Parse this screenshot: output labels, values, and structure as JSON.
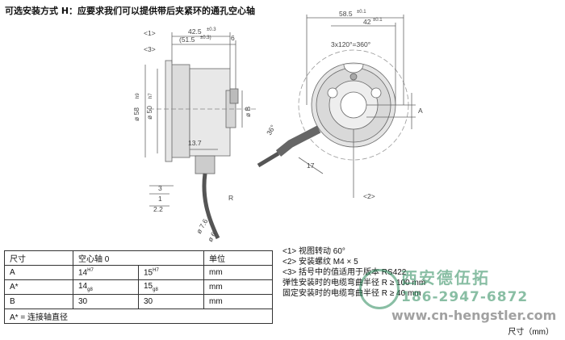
{
  "title": "可选安装方式 H：应要求我们可以提供带后夹紧环的通孔空心轴",
  "drawing": {
    "dims": {
      "d1": "<1>",
      "d3": "<3>",
      "d2": "<2>",
      "len42": "42.5",
      "len42tol": "±0.3",
      "len51": "(51.5",
      "len51tol": "±0.3)",
      "w6": "6",
      "d58": "ø 58",
      "d58tol": "h9",
      "d50": "ø 50",
      "d50tol": "h7",
      "dB": "ø B",
      "d13": "13.7",
      "d3a": "3",
      "d1a": "1",
      "d22": "2.2",
      "d76": "ø 7.6",
      "d6": "ø 6",
      "R": "R",
      "top585": "58.5",
      "top585tol": "±0.1",
      "top42": "42",
      "top42tol": "±0.1",
      "ang": "3x120°=360°",
      "A": "A",
      "ang36": "36°",
      "d17": "17"
    }
  },
  "table": {
    "headers": [
      "尺寸",
      "空心轴 0",
      "",
      "单位"
    ],
    "rows": [
      {
        "k": "A",
        "v1": "14",
        "v1s": "H7",
        "v2": "15",
        "v2s": "H7",
        "u": "mm"
      },
      {
        "k": "A*",
        "v1": "14",
        "v1s": "g8",
        "v2": "15",
        "v2s": "g8",
        "u": "mm"
      },
      {
        "k": "B",
        "v1": "30",
        "v1s": "",
        "v2": "30",
        "v2s": "",
        "u": "mm"
      }
    ],
    "footnote": "A* = 连接轴直径"
  },
  "notes": [
    "<1> 视图转动 60°",
    "<2> 安装螺纹 M4 × 5",
    "<3> 括号中的值适用于版本 RS422",
    "弹性安装时的电缆弯曲半径 R ≥ 100 mm",
    "固定安装时的电缆弯曲半径 R ≥ 40 mm"
  ],
  "unit_label": "尺寸（mm）",
  "watermark": {
    "cn": "西安德伍拓",
    "tel": "186-2947-6872",
    "url": "www.cn-hengstler.com"
  }
}
